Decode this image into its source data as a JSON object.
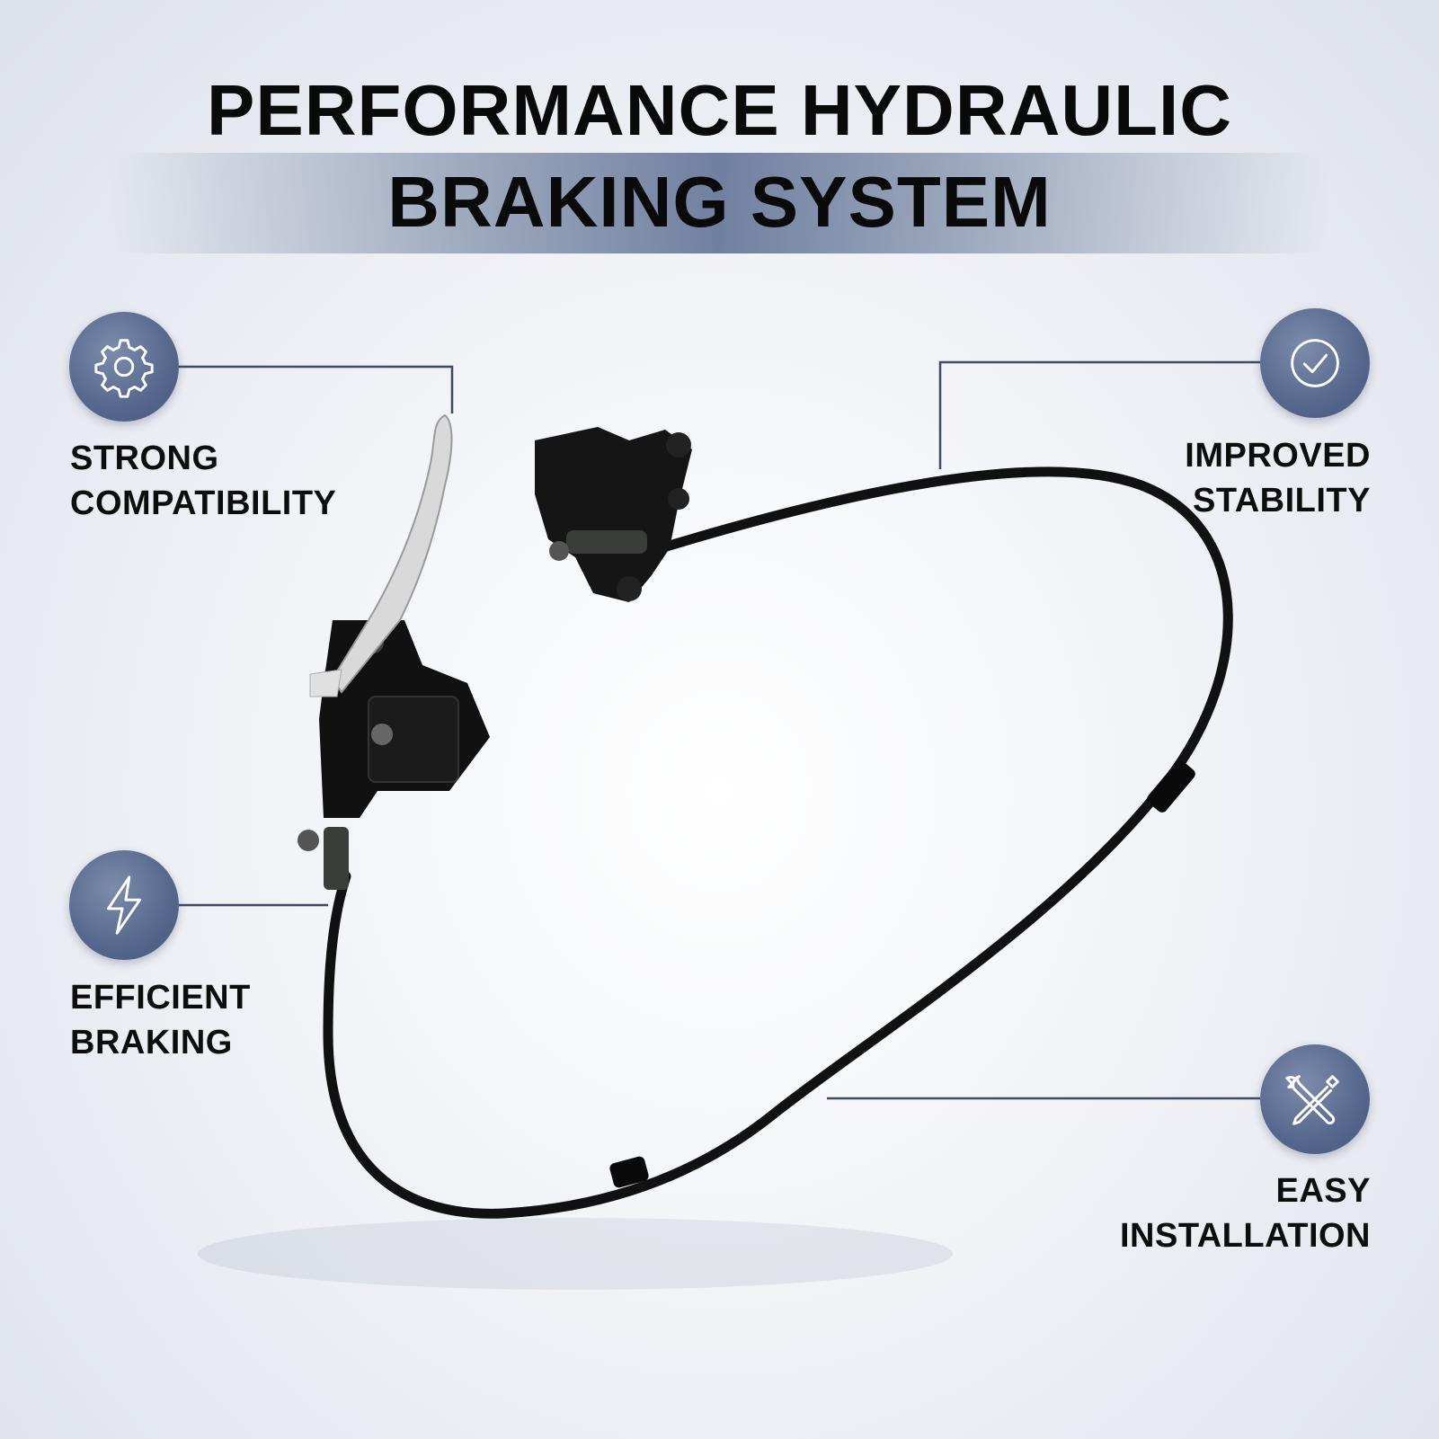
{
  "title": {
    "line1": "PERFORMANCE HYDRAULIC",
    "line2": "BRAKING SYSTEM"
  },
  "features": [
    {
      "icon": "gear-icon",
      "line1": "STRONG",
      "line2": "COMPATIBILITY"
    },
    {
      "icon": "lightning-icon",
      "line1": "EFFICIENT",
      "line2": "BRAKING"
    },
    {
      "icon": "check-circle-icon",
      "line1": "IMPROVED",
      "line2": "STABILITY"
    },
    {
      "icon": "wrench-screwdriver-icon",
      "line1": "EASY",
      "line2": "INSTALLATION"
    }
  ],
  "colors": {
    "badge": "#55678d",
    "connector_line": "#3e4a66",
    "text": "#0d0d0d"
  }
}
